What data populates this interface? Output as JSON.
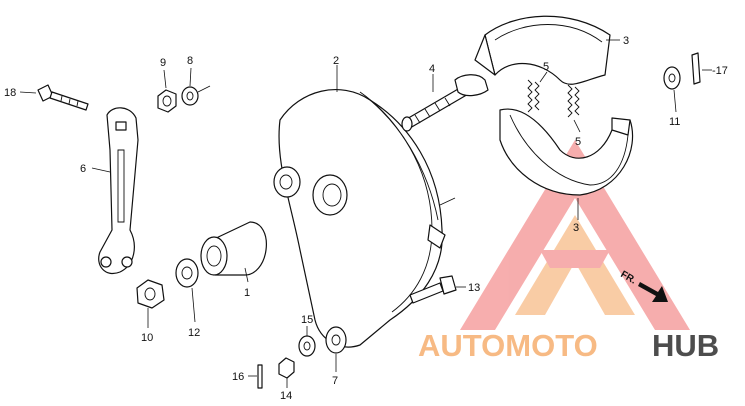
{
  "callouts": [
    {
      "id": "1",
      "text": "1"
    },
    {
      "id": "2",
      "text": "2"
    },
    {
      "id": "3a",
      "text": "3"
    },
    {
      "id": "3b",
      "text": "3"
    },
    {
      "id": "4",
      "text": "4"
    },
    {
      "id": "5a",
      "text": "5"
    },
    {
      "id": "5b",
      "text": "5"
    },
    {
      "id": "6",
      "text": "6"
    },
    {
      "id": "7",
      "text": "7"
    },
    {
      "id": "8",
      "text": "8"
    },
    {
      "id": "9",
      "text": "9"
    },
    {
      "id": "10",
      "text": "10"
    },
    {
      "id": "11",
      "text": "11"
    },
    {
      "id": "12",
      "text": "12"
    },
    {
      "id": "13",
      "text": "13"
    },
    {
      "id": "14",
      "text": "14"
    },
    {
      "id": "15",
      "text": "15"
    },
    {
      "id": "16",
      "text": "16"
    },
    {
      "id": "17",
      "text": "-17"
    },
    {
      "id": "18",
      "text": "18"
    }
  ],
  "direction_label": "FR.",
  "watermark": {
    "text_red": "AUTOMOTO",
    "text_gray": "HUB",
    "color_red": "#f06b6b",
    "color_orange": "#f5a35c",
    "color_gray": "#4d4d4d"
  }
}
